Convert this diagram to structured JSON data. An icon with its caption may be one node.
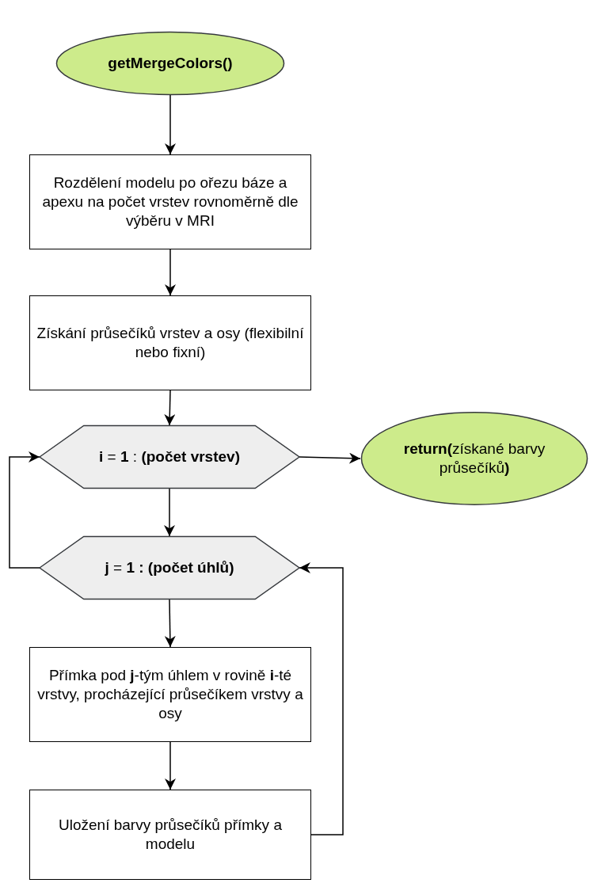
{
  "diagram": {
    "nodes": [
      {
        "text": [
          "getMergeColors()"
        ]
      },
      {
        "text": [
          "Rozdělení modelu po ořezu báze a apexu na počet vrstev rovnoměrně dle výběru v MRI"
        ]
      },
      {
        "text": [
          "Získání průsečíků vrstev a osy (flexibilní nebo fixní)"
        ]
      },
      {
        "text": [
          "**i** = **1** : **(počet vrstev)**"
        ]
      },
      {
        "text": [
          "**return(**získané barvy průsečíků**)**"
        ]
      },
      {
        "text": [
          "**j** = **1 : (počet úhlů)**"
        ]
      },
      {
        "text": [
          "Přímka pod **j**-tým úhlem v rovině **i**-té vrstvy, procházející průsečíkem vrstvy a osy"
        ]
      },
      {
        "text": [
          "Uložení barvy průsečíků přímky a modelu"
        ]
      }
    ],
    "edges": [
      {
        "from": 0,
        "to": 1,
        "arrow": "to"
      },
      {
        "from": 1,
        "to": 2,
        "arrow": "to"
      },
      {
        "from": 2,
        "to": 3,
        "arrow": "to"
      },
      {
        "from": 3,
        "to": 4,
        "arrow": "to"
      },
      {
        "from": 3,
        "to": 5,
        "arrow": "to"
      },
      {
        "from": 5,
        "to": 6,
        "arrow": "to"
      },
      {
        "from": 6,
        "to": 7,
        "arrow": "to"
      },
      {
        "from": 5,
        "to": 3,
        "arrow": "to"
      },
      {
        "from": 7,
        "to": 5,
        "arrow": "to"
      }
    ]
  }
}
